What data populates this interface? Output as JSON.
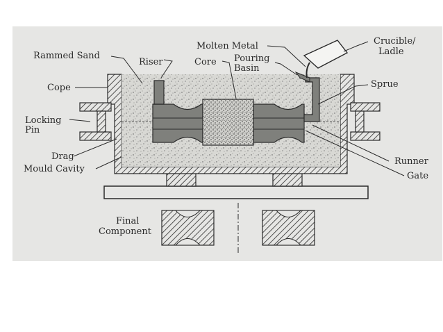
{
  "diagram": {
    "labels": {
      "rammed_sand": "Rammed Sand",
      "riser": "Riser",
      "core": "Core",
      "pouring_basin_1": "Pouring",
      "pouring_basin_2": "Basin",
      "molten_metal": "Molten Metal",
      "crucible_1": "Crucible/",
      "crucible_2": "Ladle",
      "sprue": "Sprue",
      "cope": "Cope",
      "locking_pin_1": "Locking",
      "locking_pin_2": "Pin",
      "drag": "Drag",
      "mould_cavity": "Mould Cavity",
      "runner": "Runner",
      "gate": "Gate",
      "final_component_1": "Final",
      "final_component_2": "Component"
    },
    "colors": {
      "paper": "#e6e6e4",
      "sand": "#d8d8d4",
      "metal": "#7f807c",
      "ink": "#2a2a2a"
    }
  }
}
